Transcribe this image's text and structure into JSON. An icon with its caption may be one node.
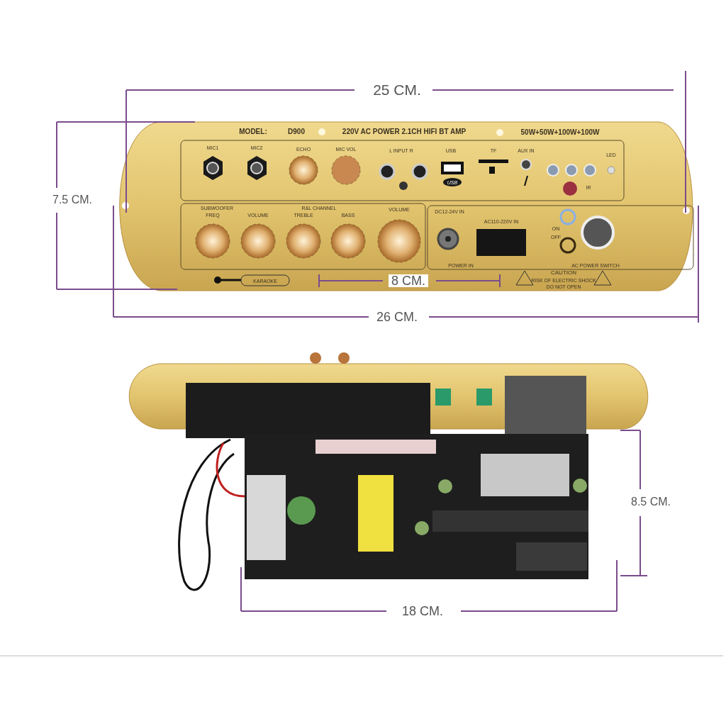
{
  "diagram": {
    "labels": [
      "25 CM.",
      "MODEL:",
      "D900",
      "220V AC POWER 2.1CH HIFI BT AMP",
      "50W+50W+100W+100W",
      "7.5 CM.",
      "MIC1",
      "MIC2",
      "ECHO",
      "MIC VOL",
      "L INPUT R",
      "USB",
      "TF",
      "AUX IN",
      "LED",
      "USB",
      "IR",
      "SUBWOOFER",
      "FREQ",
      "VOLUME",
      "R&L CHANNEL",
      "TREBLE",
      "BASS",
      "VOLUME",
      "DC12-24V IN",
      "AC110-220V IN",
      "ON",
      "OFF",
      "POWER IN",
      "AC POWER SWITCH",
      "KARAOKE",
      "8 CM.",
      "CAUTION",
      "RISK OF ELECTRIC SHOCK",
      "DO NOT OPEN",
      "26 CM.",
      "8.5 CM.",
      "18 CM."
    ]
  }
}
